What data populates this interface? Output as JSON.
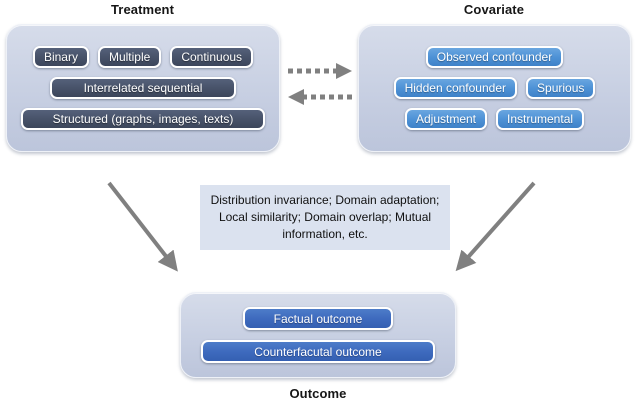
{
  "figure": {
    "type": "block-diagram",
    "background": "#ffffff",
    "colors": {
      "panel_fill": "#c9d1e3",
      "chip_dark": "#49546b",
      "chip_blue": "#4e92d6",
      "chip_deepblue": "#3d69bd",
      "note_fill": "#dbe2ef",
      "arrow": "#808080",
      "text_light": "#ffffff",
      "text_dark": "#161616"
    }
  },
  "treatment": {
    "title": "Treatment",
    "rows": [
      {
        "chips": [
          "Binary",
          "Multiple",
          "Continuous"
        ]
      },
      {
        "chips": [
          "Interrelated sequential"
        ]
      },
      {
        "chips": [
          "Structured (graphs, images, texts)"
        ]
      }
    ]
  },
  "covariate": {
    "title": "Covariate",
    "rows": [
      {
        "chips": [
          "Observed confounder"
        ]
      },
      {
        "chips": [
          "Hidden confounder",
          "Spurious"
        ]
      },
      {
        "chips": [
          "Adjustment",
          "Instrumental"
        ]
      }
    ]
  },
  "outcome": {
    "title": "Outcome",
    "rows": [
      {
        "chips": [
          "Factual outcome"
        ]
      },
      {
        "chips": [
          "Counterfacutal outcome"
        ]
      }
    ]
  },
  "note": {
    "text": "Distribution invariance; Domain adaptation; Local similarity; Domain overlap; Mutual information, etc."
  },
  "connectors": [
    {
      "name": "treatment-to-covariate",
      "style": "dashed",
      "direction": "right"
    },
    {
      "name": "covariate-to-treatment",
      "style": "dashed",
      "direction": "left"
    },
    {
      "name": "treatment-to-outcome",
      "style": "solid",
      "direction": "down-right"
    },
    {
      "name": "covariate-to-outcome",
      "style": "solid",
      "direction": "down-left"
    }
  ]
}
